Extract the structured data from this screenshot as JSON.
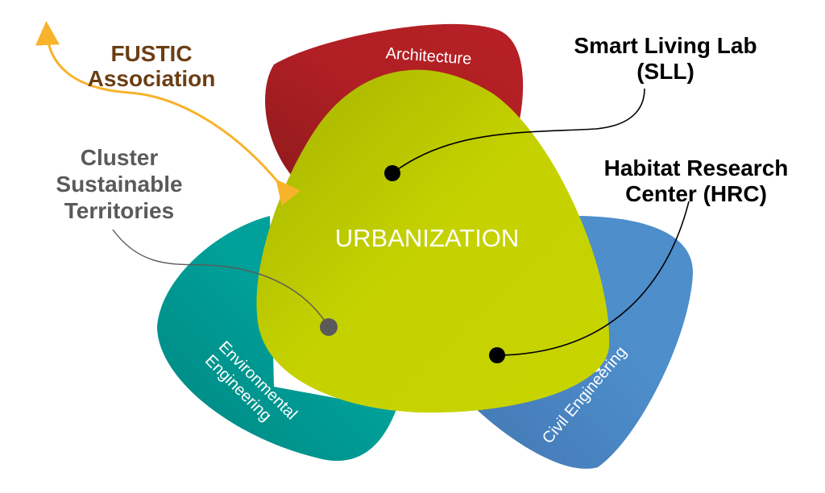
{
  "regions": {
    "center": {
      "label": "URBANIZATION",
      "color": "#c5d200"
    },
    "top": {
      "label": "Architecture",
      "color": "#b01f24"
    },
    "left": {
      "label_line1": "Environmental",
      "label_line2": "Engineering",
      "color": "#00a19a"
    },
    "right": {
      "label": "Civil Engineering",
      "color": "#4d8ecb"
    }
  },
  "callouts": {
    "fustic": {
      "line1": "FUSTIC",
      "line2": "Association",
      "color": "#6b3e13",
      "arrow_color": "#f7b32b"
    },
    "sll": {
      "line1": "Smart Living Lab",
      "line2": "(SLL)"
    },
    "hrc": {
      "line1": "Habitat Research",
      "line2": "Center (HRC)"
    },
    "cluster": {
      "line1": "Cluster",
      "line2": "Sustainable",
      "line3": "Territories",
      "color": "#5a5a5a"
    }
  }
}
